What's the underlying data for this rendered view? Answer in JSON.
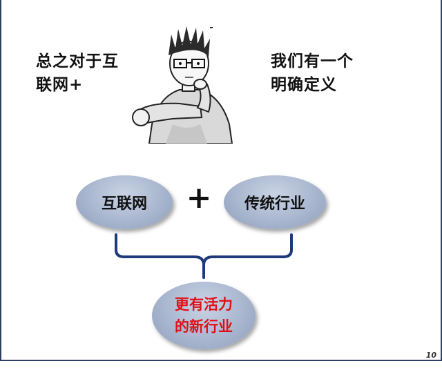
{
  "caption_left": {
    "line1": "总之对于互",
    "line2": "联网+"
  },
  "caption_right": {
    "line1": "我们有一个",
    "line2": "明确定义"
  },
  "formula": {
    "term_a": "互联网",
    "operator": "+",
    "term_b": "传统行业",
    "result_line1": "更有活力",
    "result_line2": "的新行业"
  },
  "colors": {
    "oval_fill": "#a8b6cf",
    "brace": "#1f3a7a",
    "result_text": "#e0101a",
    "frame": "#2e3e66"
  },
  "illustration": "thinking-man-with-glasses",
  "page_number": "10"
}
